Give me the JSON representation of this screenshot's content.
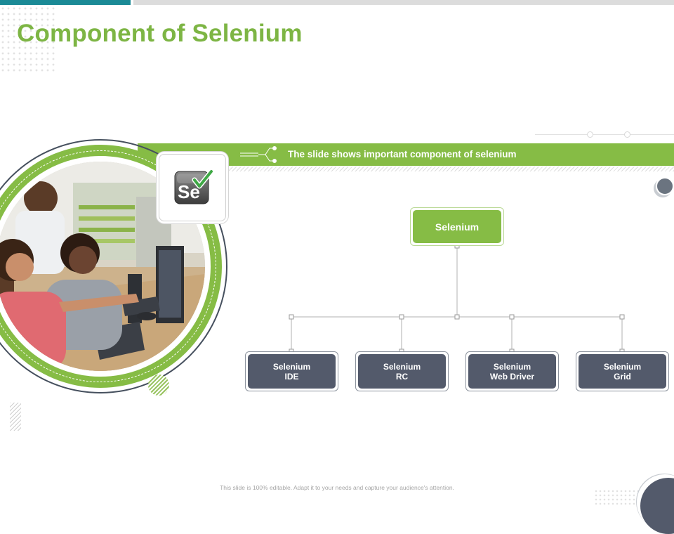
{
  "slide": {
    "title": "Component of Selenium",
    "banner_text": "The slide shows important component of selenium",
    "footer_text": "This slide is 100% editable. Adapt it to your needs and capture your audience's attention."
  },
  "logo": {
    "text": "Se",
    "icon": "selenium-logo-icon"
  },
  "photo": {
    "icon": "photo-people-at-computers"
  },
  "tree": {
    "root": {
      "label": "Selenium"
    },
    "children": [
      {
        "line1": "Selenium",
        "line2": "IDE"
      },
      {
        "line1": "Selenium",
        "line2": "RC"
      },
      {
        "line1": "Selenium",
        "line2": "Web Driver"
      },
      {
        "line1": "Selenium",
        "line2": "Grid"
      }
    ]
  },
  "colors": {
    "accent_green": "#86bc45",
    "title_green": "#7db544",
    "box_dark": "#535a6b",
    "teal": "#1b8a96"
  }
}
